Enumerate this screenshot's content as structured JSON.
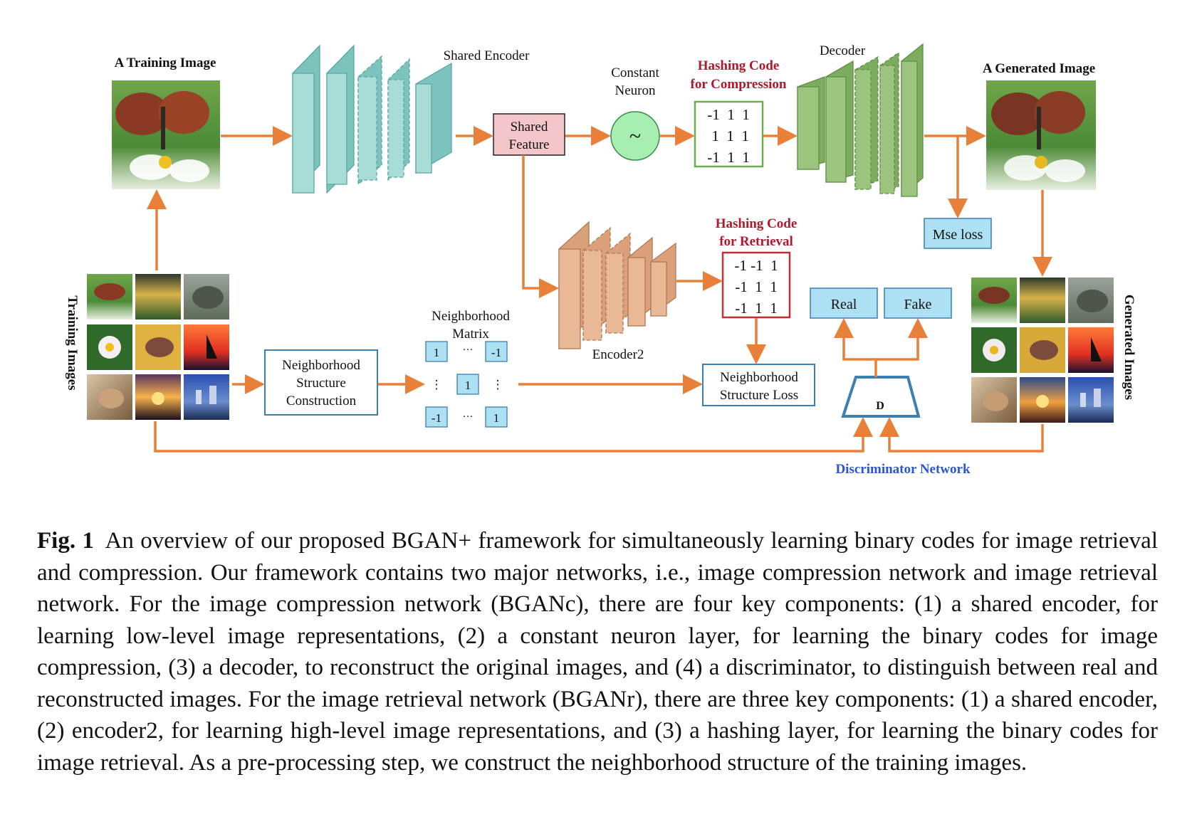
{
  "labels": {
    "training_image": "A Training Image",
    "shared_encoder": "Shared Encoder",
    "shared_feature_1": "Shared",
    "shared_feature_2": "Feature",
    "constant_neuron_1": "Constant",
    "constant_neuron_2": "Neuron",
    "tilde": "~",
    "hash_comp_1": "Hashing Code",
    "hash_comp_2": "for Compression",
    "decoder": "Decoder",
    "generated_image": "A Generated Image",
    "mse_loss": "Mse loss",
    "hash_ret_1": "Hashing Code",
    "hash_ret_2": "for Retrieval",
    "encoder2": "Encoder2",
    "neighborhood_matrix_1": "Neighborhood",
    "neighborhood_matrix_2": "Matrix",
    "nsc_1": "Neighborhood",
    "nsc_2": "Structure",
    "nsc_3": "Construction",
    "nsl_1": "Neighborhood",
    "nsl_2": "Structure Loss",
    "real": "Real",
    "fake": "Fake",
    "d": "D",
    "discriminator_network": "Discriminator Network",
    "training_images": "Training Images",
    "generated_images": "Generated Images"
  },
  "hash_compression": [
    "-1  1  1",
    " 1  1  1",
    "-1  1  1"
  ],
  "hash_retrieval": [
    "-1 -1  1",
    "-1  1  1",
    "-1  1  1"
  ],
  "matrix": {
    "top_left": "1",
    "top_dots": "···",
    "top_right": "-1",
    "mid_left": "⋮",
    "center": "1",
    "mid_right": "⋮",
    "bot_left": "-1",
    "bot_dots": "···",
    "bot_right": "1"
  },
  "caption": {
    "label": "Fig. 1",
    "text": "An overview of our proposed BGAN+ framework for simultaneously learning binary codes for image retrieval and compression. Our framework contains two major networks, i.e., image compression network and image retrieval network. For the image compression network (BGANc), there are four key components: (1) a shared encoder, for learning low-level image representations, (2) a constant neuron layer, for learning the binary codes for image compression, (3) a decoder, to reconstruct the original images, and (4) a discriminator, to distinguish between real and reconstructed images. For the image retrieval network (BGANr), there are three key components: (1) a shared encoder, (2) encoder2, for learning high-level image representations, and (3) a hashing layer, for learning the binary codes for image retrieval. As a pre-processing step, we construct the neighborhood structure of the training images."
  },
  "colors": {
    "arrow": "#e8803a",
    "encoder": "#a8dcd6",
    "decoder": "#9cc47e",
    "encoder2": "#e9b897",
    "box_border": "#3b7fb3",
    "matrix_cell": "#aee0f4",
    "shared_feature": "#f4c6cc",
    "neuron": "#a6efb0",
    "hash_comp_border": "#6aaf4a",
    "hash_ret_border": "#c03030"
  }
}
